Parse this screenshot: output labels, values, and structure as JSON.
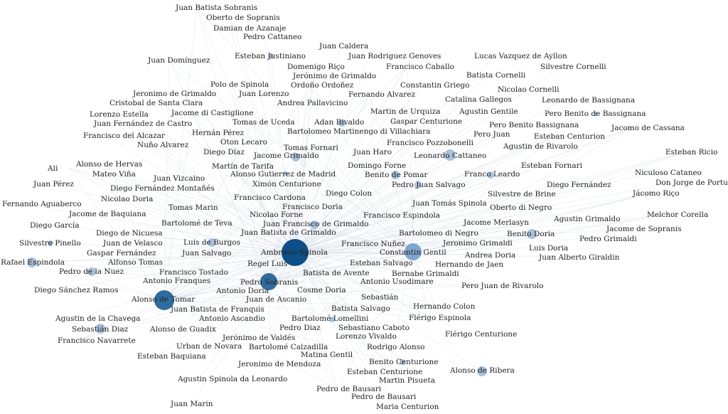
{
  "colors": {
    "background": "#ffffff",
    "edge": "#cfd8e3",
    "label": "#222222",
    "node_small": "#a9c2dc",
    "node_medium": "#7ea6cf",
    "node_large": "#2f6c9e",
    "node_hub": "#0d4f86"
  },
  "graph": {
    "hub": "Ambrosio Spinola",
    "nodes": [
      {
        "label": "Juan Batista Sobranis"
      },
      {
        "label": "Oberto de Sopranis"
      },
      {
        "label": "Damian de Azanaje"
      },
      {
        "label": "Pedro Cattaneo"
      },
      {
        "label": "Juan Caldera"
      },
      {
        "label": "Juan Domínguez"
      },
      {
        "label": "Esteban Justiniano"
      },
      {
        "label": "Juan Rodriguez Genoves"
      },
      {
        "label": "Lucas Vazquez de Ayllon"
      },
      {
        "label": "Domenigo Riço"
      },
      {
        "label": "Francisco Caballo"
      },
      {
        "label": "Silvestre Cornelli"
      },
      {
        "label": "Jerónimo de Grimaldo"
      },
      {
        "label": "Batista Cornelli"
      },
      {
        "label": "Polo de Spinola"
      },
      {
        "label": "Ordoño Ordoñez"
      },
      {
        "label": "Constantin Griego"
      },
      {
        "label": "Nicolao Cornelli"
      },
      {
        "label": "Jeronimo de Grimaldo"
      },
      {
        "label": "Juan Lorenzo"
      },
      {
        "label": "Fernando Alvarez"
      },
      {
        "label": "Leonardo de Bassignana"
      },
      {
        "label": "Cristobal de Santa Clara"
      },
      {
        "label": "Andrea Pallavicino"
      },
      {
        "label": "Catalina Gallegos"
      },
      {
        "label": "Jacome di Castiglione"
      },
      {
        "label": "Martin de Urquiza"
      },
      {
        "label": "Agustin Gentile"
      },
      {
        "label": "Pero Benito de Bassignana"
      },
      {
        "label": "Lorenzo Estella"
      },
      {
        "label": "Tomas de Uceda"
      },
      {
        "label": "Adan Bivaldo"
      },
      {
        "label": "Gaspar Centurione"
      },
      {
        "label": "Pero Benito Bassignana"
      },
      {
        "label": "Juan Fernández de Castro"
      },
      {
        "label": "Jacomo de Cassana"
      },
      {
        "label": "Hernán Pérez"
      },
      {
        "label": "Bartolomeo Martinengo di Villachiara"
      },
      {
        "label": "Pero Juan"
      },
      {
        "label": "Francisco del Alcazar"
      },
      {
        "label": "Esteban Centurion"
      },
      {
        "label": "Oton Lecaro"
      },
      {
        "label": "Francisco Pozzobonelli"
      },
      {
        "label": "Nuño Alvarez"
      },
      {
        "label": "Agustin de Rivarolo"
      },
      {
        "label": "Tomas Fornari"
      },
      {
        "label": "Diego Díaz"
      },
      {
        "label": "Juan Haro"
      },
      {
        "label": "Jacome Grimaldo"
      },
      {
        "label": "Leonardo Cattaneo"
      },
      {
        "label": "Esteban Ricio"
      },
      {
        "label": "Alonso de Hervas"
      },
      {
        "label": "Martín de Tarifa"
      },
      {
        "label": "Domingo Forne"
      },
      {
        "label": "Esteban Fornari"
      },
      {
        "label": "Ali"
      },
      {
        "label": "Alonso Gutierrez de Madrid"
      },
      {
        "label": "Benito de Pomar"
      },
      {
        "label": "Franco Leardo"
      },
      {
        "label": "Niculoso Cataneo"
      },
      {
        "label": "Mateo Viña"
      },
      {
        "label": "Juan Vizcaino"
      },
      {
        "label": "Don Jorge de Portugal"
      },
      {
        "label": "Juan Pérez"
      },
      {
        "label": "Ximón Centurione"
      },
      {
        "label": "Pedro Juan Salvago"
      },
      {
        "label": "Diego Fernández"
      },
      {
        "label": "Diego Fernández Montañés"
      },
      {
        "label": "Diego Colon"
      },
      {
        "label": "Silvestre de Brine"
      },
      {
        "label": "Jácomo Riço"
      },
      {
        "label": "Nicolao Doria"
      },
      {
        "label": "Francisco Cardona"
      },
      {
        "label": "Fernando Aguaberco"
      },
      {
        "label": "Tomas Marin"
      },
      {
        "label": "Francisco Doria"
      },
      {
        "label": "Juan Tomás Spinola"
      },
      {
        "label": "Oberto di Negro"
      },
      {
        "label": "Jacome de Baquiana"
      },
      {
        "label": "Francisco Espindola"
      },
      {
        "label": "Melchor Corella"
      },
      {
        "label": "Nicolao Forne"
      },
      {
        "label": "Agustin Grimaldo"
      },
      {
        "label": "Diego García"
      },
      {
        "label": "Bartolomé de Teva"
      },
      {
        "label": "Juan Francisco de Grimaldo"
      },
      {
        "label": "Jacome Merlasyn"
      },
      {
        "label": "Jacome de Sopranis"
      },
      {
        "label": "Diego de Nicuesa"
      },
      {
        "label": "Juan Batista de Grimaldo"
      },
      {
        "label": "Bartolomeo di Negro"
      },
      {
        "label": "Benito Doria"
      },
      {
        "label": "Pedro Grimaldi"
      },
      {
        "label": "Juan de Velasco"
      },
      {
        "label": "Luis de Burgos"
      },
      {
        "label": "Jeronimo Grimaldi"
      },
      {
        "label": "Silvestre Pinello"
      },
      {
        "label": "Francisco Nuñez"
      },
      {
        "label": "Luis Doria"
      },
      {
        "label": "Gaspar Fernández"
      },
      {
        "label": "Juan Salvago"
      },
      {
        "label": "Ambrosio Spinola"
      },
      {
        "label": "Constantin Gentil"
      },
      {
        "label": "Andrea Doria"
      },
      {
        "label": "Juan Alberto Giraldin"
      },
      {
        "label": "Rafael Espindola"
      },
      {
        "label": "Alfonso Tomas"
      },
      {
        "label": "Regel Luis"
      },
      {
        "label": "Esteban Salvago"
      },
      {
        "label": "Hernando de Jaen"
      },
      {
        "label": "Pedro de la Nuez"
      },
      {
        "label": "Francisco Tostado"
      },
      {
        "label": "Batista de Avente"
      },
      {
        "label": "Bernabe Grimaldi"
      },
      {
        "label": "Antonio Franques"
      },
      {
        "label": "Pedro Sobranis"
      },
      {
        "label": "Antonio Usodimare"
      },
      {
        "label": "Diego Sánchez Ramos"
      },
      {
        "label": "Antonio Doria"
      },
      {
        "label": "Cosme Doria"
      },
      {
        "label": "Pero Juan de Rivarolo"
      },
      {
        "label": "Alonso de Tomar"
      },
      {
        "label": "Juan de Ascanio"
      },
      {
        "label": "Sebastián"
      },
      {
        "label": "Juan Batista de Franquis"
      },
      {
        "label": "Hernando Colon"
      },
      {
        "label": "Batista Salvago"
      },
      {
        "label": "Agustin de la Chavega"
      },
      {
        "label": "Antonio Ascandio"
      },
      {
        "label": "Bartolomé Lomellini"
      },
      {
        "label": "Flérigo Espinola"
      },
      {
        "label": "Alonso de Guadix"
      },
      {
        "label": "Pedro Diaz"
      },
      {
        "label": "Sebastiano Caboto"
      },
      {
        "label": "Sebastián Diaz"
      },
      {
        "label": "Francisco Navarrete"
      },
      {
        "label": "Jerónimo de Valdés"
      },
      {
        "label": "Lorenzo Vivaldo"
      },
      {
        "label": "Flérigo Centurione"
      },
      {
        "label": "Urban de Novara"
      },
      {
        "label": "Bartolomé Calzadilla"
      },
      {
        "label": "Rodrigo Alonso"
      },
      {
        "label": "Esteban Baquiana"
      },
      {
        "label": "Matina Gentil"
      },
      {
        "label": "Jeronimo de Mendoza"
      },
      {
        "label": "Benito Centurione"
      },
      {
        "label": "Esteban Centurione"
      },
      {
        "label": "Alonso de Ribera"
      },
      {
        "label": "Agustin Spinola da Leonardo"
      },
      {
        "label": "Martin Pisueta"
      },
      {
        "label": "Pedro de Bausari"
      },
      {
        "label": "Pedro de Bausari"
      },
      {
        "label": "Juan Marin"
      },
      {
        "label": "Maria Centurion"
      }
    ]
  }
}
